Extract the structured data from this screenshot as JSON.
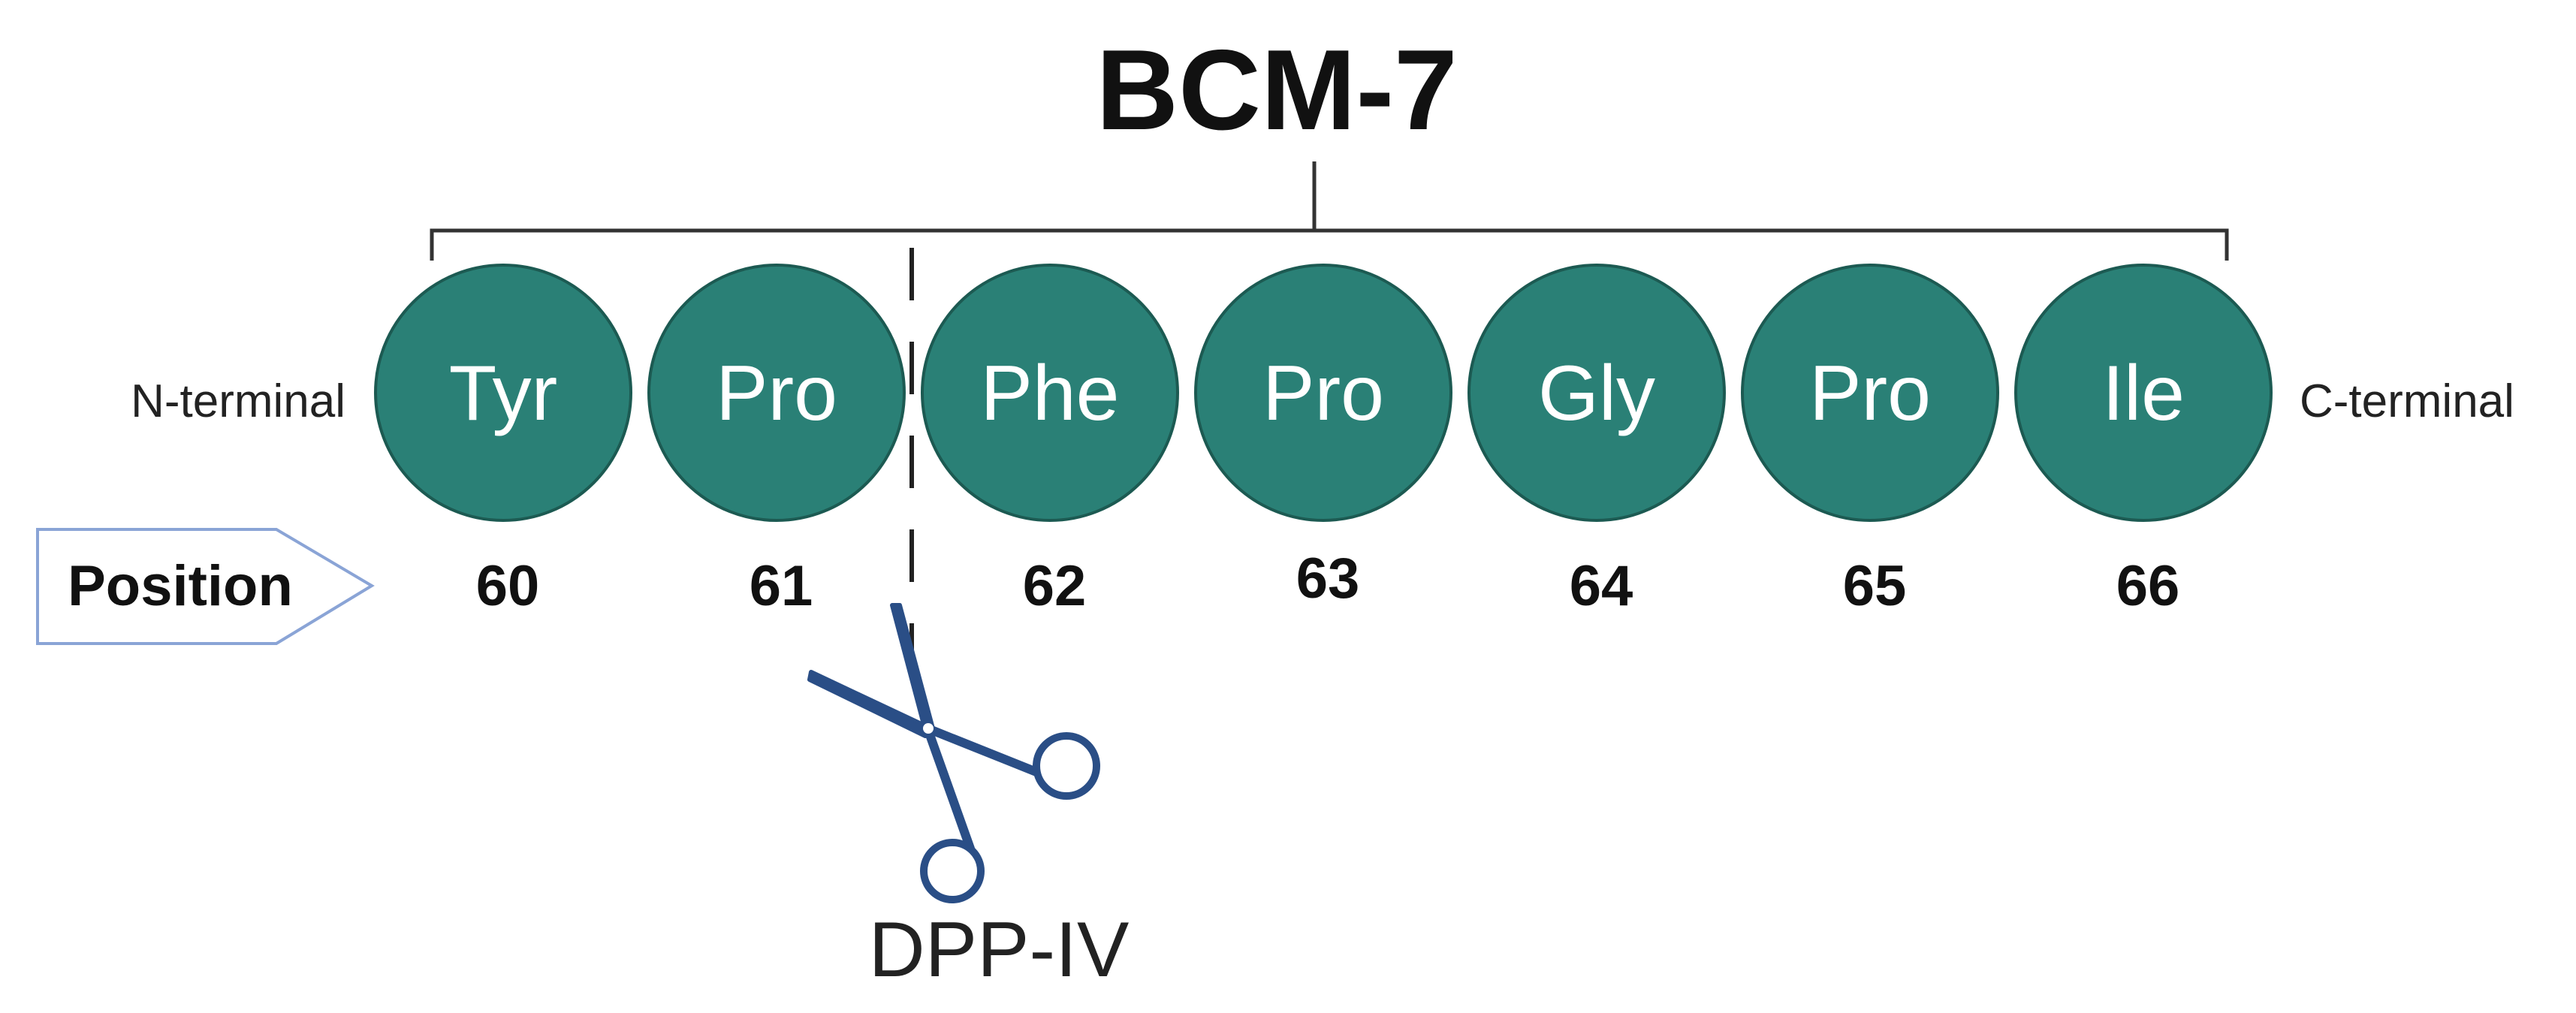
{
  "diagram": {
    "title": "BCM-7",
    "n_terminal_label": "N-terminal",
    "c_terminal_label": "C-terminal",
    "position_label": "Position",
    "enzyme_label": "DPP-IV",
    "cleavage_after_index": 1,
    "residues": [
      {
        "name": "Tyr",
        "position": "60"
      },
      {
        "name": "Pro",
        "position": "61"
      },
      {
        "name": "Phe",
        "position": "62"
      },
      {
        "name": "Pro",
        "position": "63"
      },
      {
        "name": "Gly",
        "position": "64"
      },
      {
        "name": "Pro",
        "position": "65"
      },
      {
        "name": "Ile",
        "position": "66"
      }
    ]
  },
  "colors": {
    "residue_fill": "#2a8076",
    "residue_stroke": "#1c5a52",
    "bracket": "#333333",
    "scissors": "#2a4e86",
    "position_arrow_stroke": "#8aa4d6",
    "cleavage_line": "#222222"
  },
  "icons": {
    "position_marker": "arrow-pentagon-icon",
    "cleavage_tool": "scissors-icon"
  }
}
